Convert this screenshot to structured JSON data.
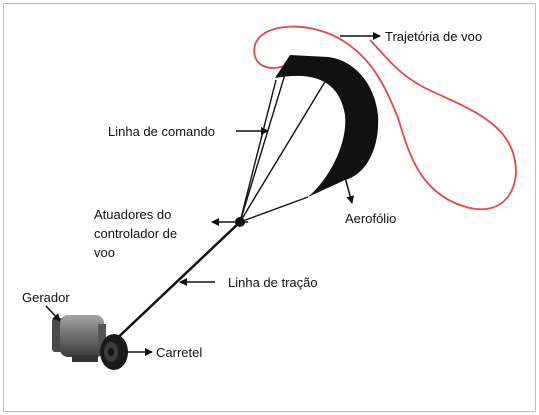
{
  "labels": {
    "flight_path": "Trajetória de voo",
    "command_line": "Linha de comando",
    "actuators_line1": "Atuadores do",
    "actuators_line2": "controlador de",
    "actuators_line3": "voo",
    "airfoil": "Aerofólio",
    "traction_line": "Linha de tração",
    "generator": "Gerador",
    "reel": "Carretel"
  },
  "colors": {
    "flight_path": "#e04a4a",
    "ink": "#111111",
    "border": "#bdbdbd"
  }
}
